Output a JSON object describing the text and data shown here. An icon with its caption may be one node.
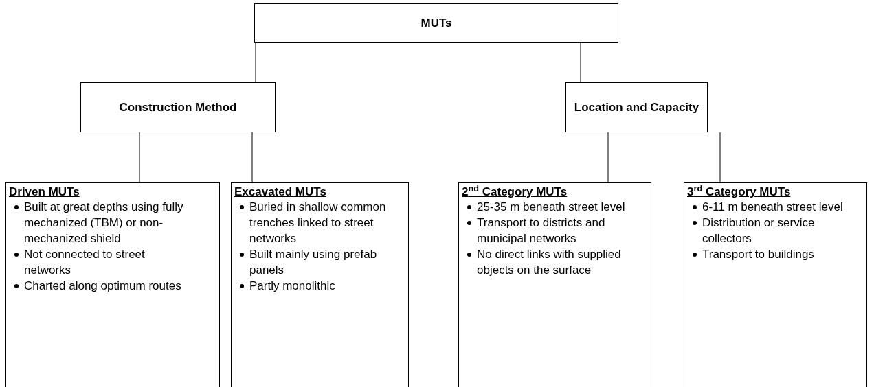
{
  "diagram": {
    "nodes": [
      {
        "text": [
          "MUTs"
        ]
      },
      {
        "text": [
          "Construction Method"
        ]
      },
      {
        "text": [
          "Location and Capacity"
        ]
      },
      {
        "text": [
          "Driven MUTs",
          "Built at great depths using fully mechanized (TBM) or non-mechanized shield",
          "Not connected to street networks",
          "Charted along optimum routes"
        ]
      },
      {
        "text": [
          "Excavated MUTs",
          "Buried in shallow common trenches linked to street networks",
          "Built mainly using prefab panels",
          "Partly monolithic"
        ]
      },
      {
        "text": [
          "2$^{nd}$ Category MUTs",
          "25-35 m beneath street level",
          "Transport to districts and municipal networks",
          "No direct links with supplied objects on the surface"
        ]
      },
      {
        "text": [
          "3$^{rd}$ Category MUTs",
          "6-11 m beneath street level",
          "Distribution or service collectors",
          "Transport to buildings"
        ]
      }
    ],
    "edges": [
      {
        "from": 0,
        "to": 1,
        "arrow": "none"
      },
      {
        "from": 0,
        "to": 2,
        "arrow": "none"
      },
      {
        "from": 1,
        "to": 3,
        "arrow": "none"
      },
      {
        "from": 1,
        "to": 4,
        "arrow": "none"
      },
      {
        "from": 2,
        "to": 5,
        "arrow": "none"
      },
      {
        "from": 2,
        "to": 6,
        "arrow": "none"
      }
    ]
  }
}
